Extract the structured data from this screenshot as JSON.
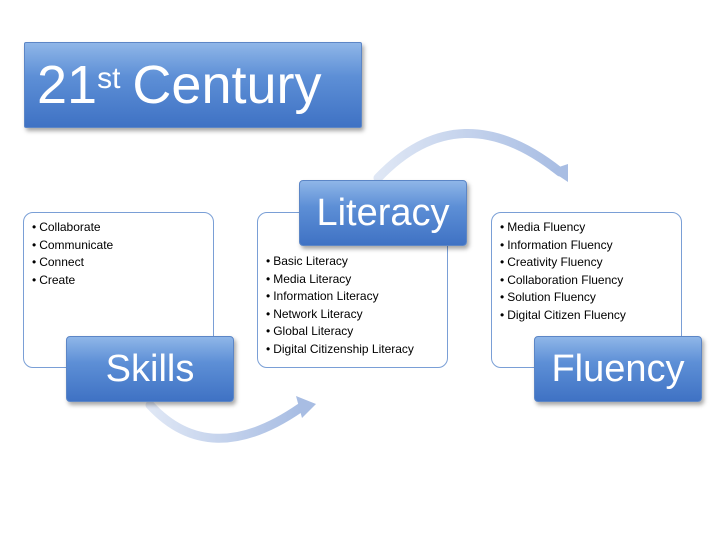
{
  "title": {
    "main_number": "21",
    "superscript": "st",
    "rest": "Century"
  },
  "skills": {
    "label": "Skills",
    "items": [
      "Collaborate",
      "Communicate",
      "Connect",
      "Create"
    ]
  },
  "literacy": {
    "label": "Literacy",
    "items": [
      "Basic Literacy",
      "Media Literacy",
      "Information Literacy",
      "Network Literacy",
      "Global Literacy",
      "Digital Citizenship Literacy"
    ]
  },
  "fluency": {
    "label": "Fluency",
    "items": [
      "Media Fluency",
      "Information Fluency",
      "Creativity Fluency",
      "Collaboration Fluency",
      "Solution Fluency",
      "Digital Citizen Fluency"
    ]
  },
  "bullet_glyph": "•",
  "colors": {
    "box_blue": "#4f82cc",
    "panel_border": "#7a9fd6",
    "arrow": "#b8c8e6"
  }
}
